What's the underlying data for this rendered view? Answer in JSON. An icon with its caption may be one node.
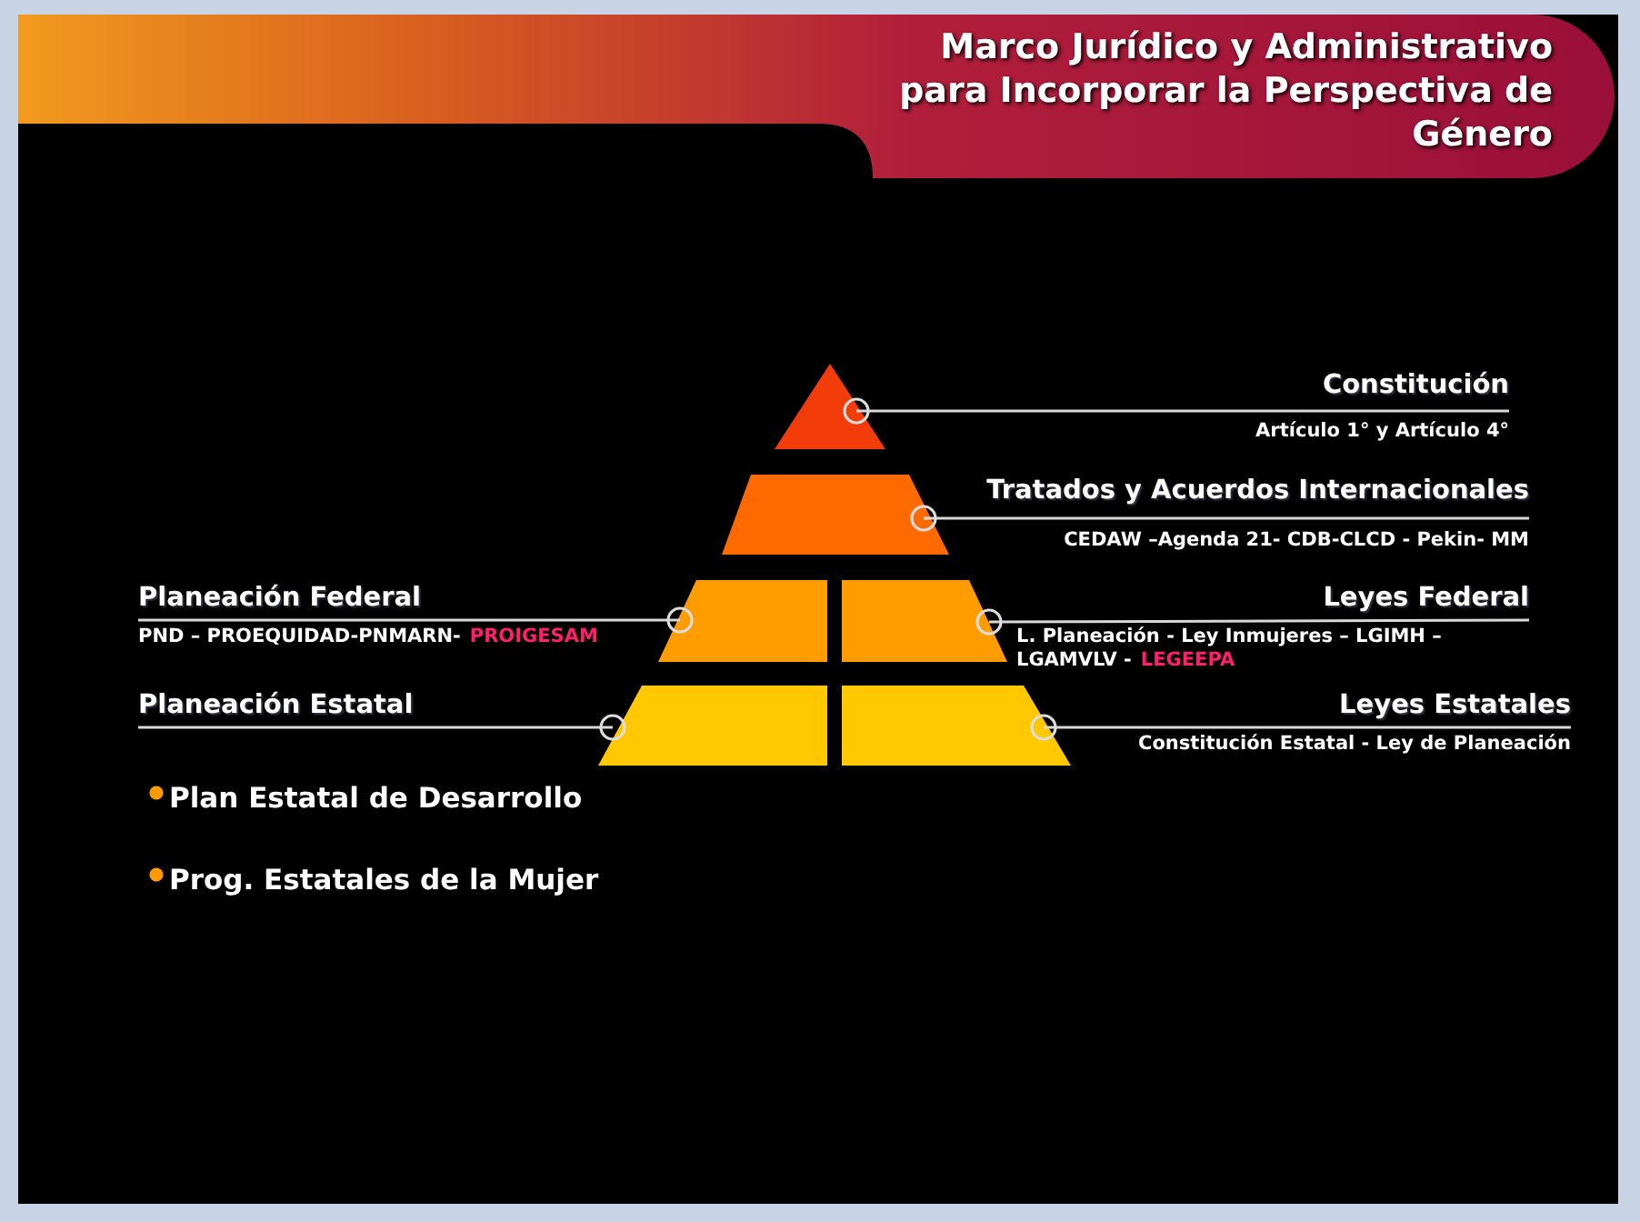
{
  "diagram": {
    "title": "Marco Jurídico y Administrativo para Incorporar la Perspectiva de Género",
    "nodes": [
      {
        "text": [],
        "shape": "triangle"
      },
      {
        "text": [],
        "shape": "trapezoid"
      },
      {
        "text": [],
        "shape": "trapezoid"
      },
      {
        "text": [],
        "shape": "trapezoid"
      },
      {
        "text": [],
        "shape": "trapezoid"
      },
      {
        "text": [],
        "shape": "trapezoid"
      },
      {
        "text": [
          "Constitución",
          "Artículo 1° y Artículo 4°"
        ]
      },
      {
        "text": [
          "Tratados y Acuerdos Internacionales",
          "CEDAW –Agenda 21- CDB-CLCD - Pekin- MM"
        ]
      },
      {
        "text": [
          "Planeación Federal",
          "PND – PROEQUIDAD-PNMARN-",
          "PROIGESAM"
        ]
      },
      {
        "text": [
          "Leyes Federal",
          "L. Planeación - Ley Inmujeres – LGIMH – LGAMVLV -",
          "LEGEEPA"
        ]
      },
      {
        "text": [
          "Planeación Estatal"
        ]
      },
      {
        "text": [
          "Leyes Estatales",
          "Constitución Estatal - Ley de Planeación"
        ]
      }
    ],
    "edges": [
      {
        "from": 6,
        "to": 0,
        "arrow": "other"
      },
      {
        "from": 7,
        "to": 1,
        "arrow": "other"
      },
      {
        "from": 8,
        "to": 2,
        "arrow": "other"
      },
      {
        "from": 9,
        "to": 3,
        "arrow": "other"
      },
      {
        "from": 10,
        "to": 4,
        "arrow": "other"
      },
      {
        "from": 11,
        "to": 5,
        "arrow": "other"
      }
    ],
    "labels": [
      "Plan Estatal de Desarrollo",
      "Prog. Estatales de la Mujer"
    ]
  }
}
